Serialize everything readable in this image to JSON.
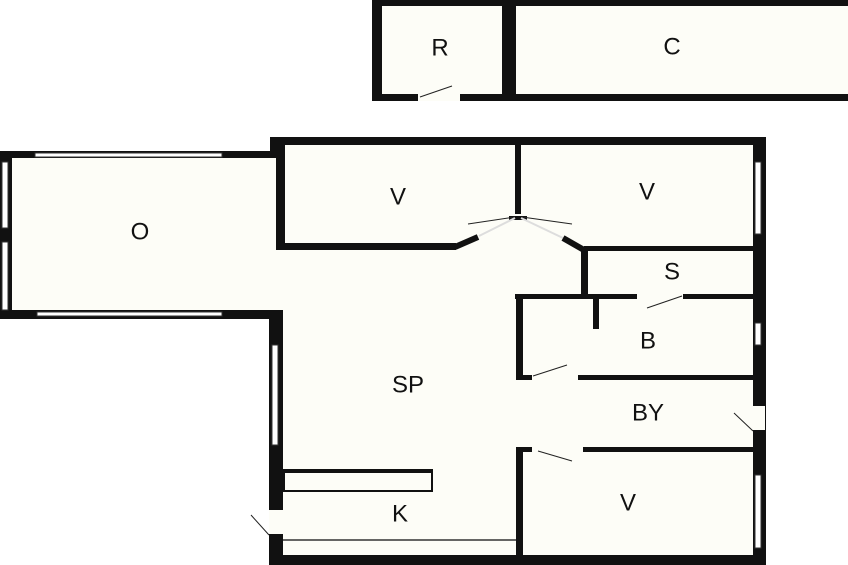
{
  "colors": {
    "wall": "#111111",
    "floor": "#fdfdf7",
    "background": "#ffffff"
  },
  "rooms": {
    "r": "R",
    "c": "C",
    "o": "O",
    "v_top_left": "V",
    "v_top_right": "V",
    "s": "S",
    "b": "B",
    "sp": "SP",
    "by": "BY",
    "k": "K",
    "v_bottom": "V"
  }
}
